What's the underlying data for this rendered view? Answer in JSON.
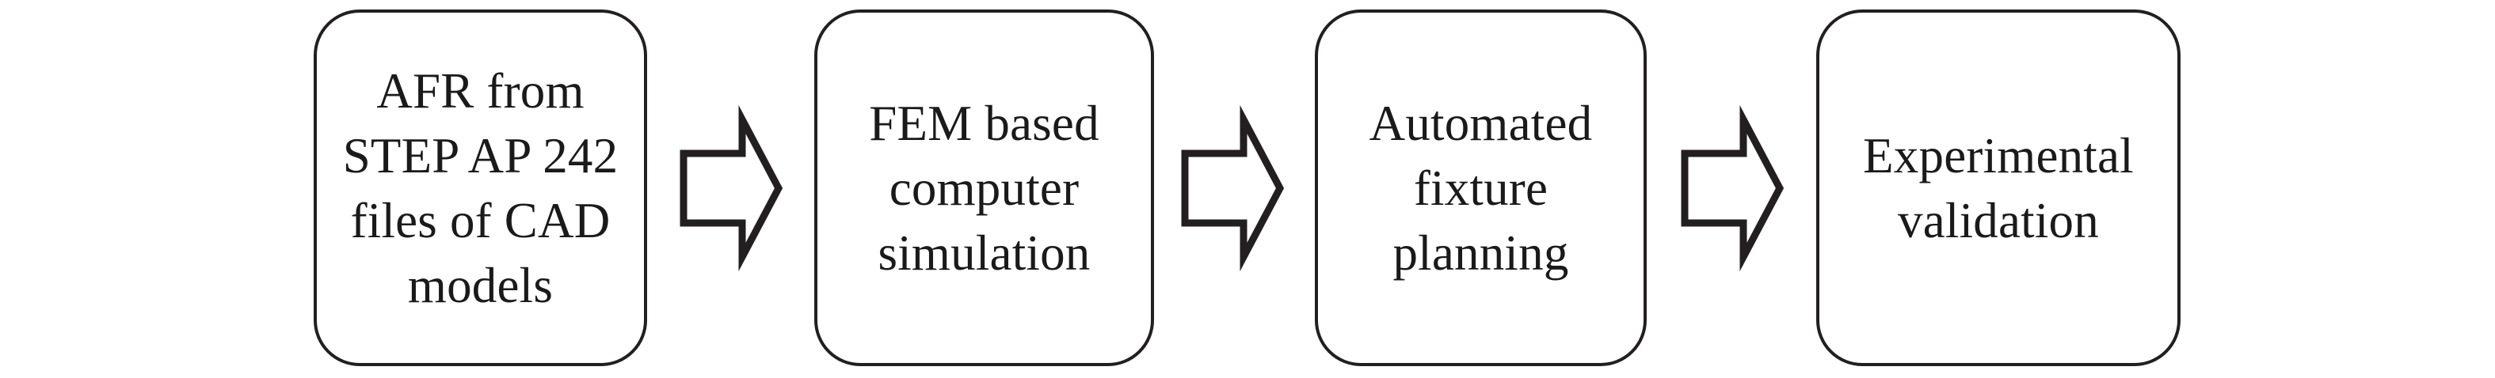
{
  "diagram": {
    "type": "process-flow",
    "orientation": "left-to-right",
    "background_color": "#ffffff",
    "stroke_color": "#231f20",
    "text_color": "#1a1a1a",
    "node_fill": "#ffffff",
    "nodes": [
      {
        "id": "node-1",
        "name": "afr-step-cad",
        "label": "AFR from\nSTEP AP 242\nfiles of CAD\nmodels",
        "lines": [
          "AFR from",
          "STEP AP 242",
          "files of CAD",
          "models"
        ]
      },
      {
        "id": "node-2",
        "name": "fem-simulation",
        "label": "FEM based\ncomputer\nsimulation",
        "lines": [
          "FEM based",
          "computer",
          "simulation"
        ]
      },
      {
        "id": "node-3",
        "name": "fixture-planning",
        "label": "Automated\nfixture\nplanning",
        "lines": [
          "Automated",
          "fixture",
          "planning"
        ]
      },
      {
        "id": "node-4",
        "name": "experimental-validation",
        "label": "Experimental\nvalidation",
        "lines": [
          "Experimental",
          "validation"
        ]
      }
    ],
    "connectors": [
      {
        "id": "arrow-1",
        "name": "arrow-right-icon",
        "from": "node-1",
        "to": "node-2",
        "glyph": "block-arrow-right"
      },
      {
        "id": "arrow-2",
        "name": "arrow-right-icon",
        "from": "node-2",
        "to": "node-3",
        "glyph": "block-arrow-right"
      },
      {
        "id": "arrow-3",
        "name": "arrow-right-icon",
        "from": "node-3",
        "to": "node-4",
        "glyph": "block-arrow-right"
      }
    ]
  }
}
